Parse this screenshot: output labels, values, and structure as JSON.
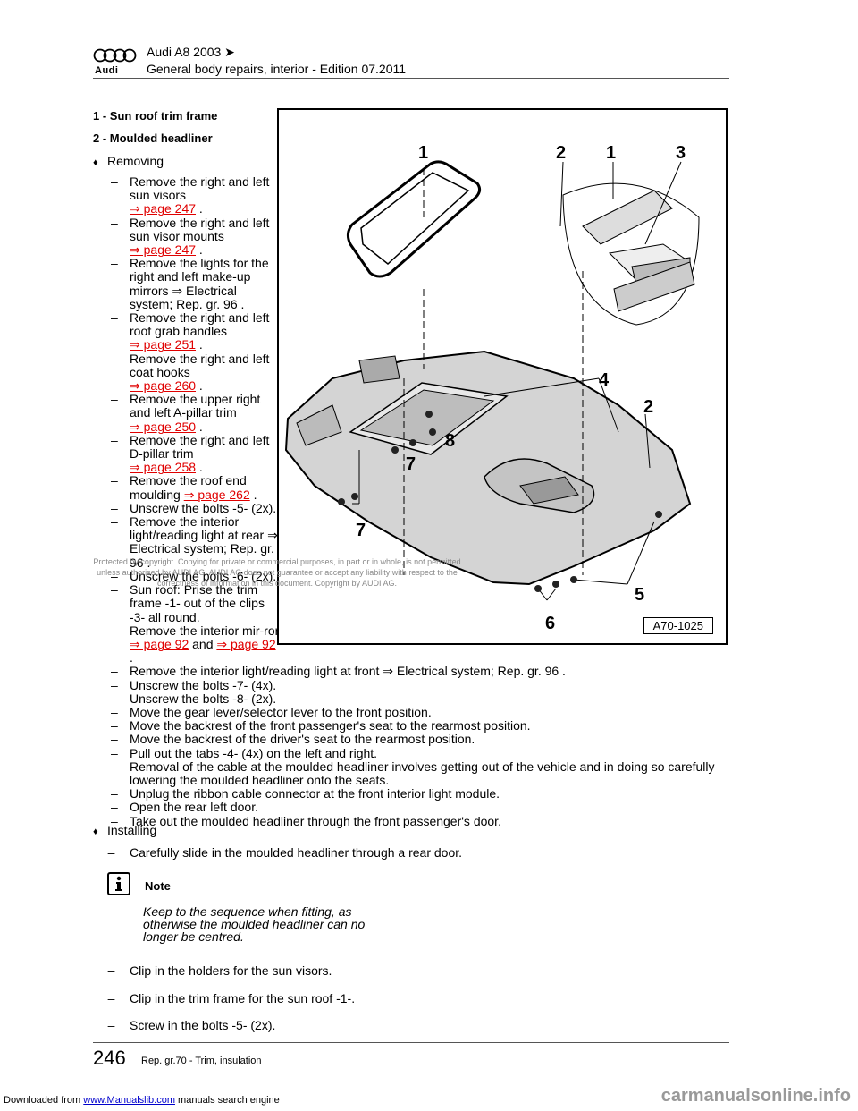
{
  "header": {
    "brand": "Audi",
    "model": "Audi A8 2003 ➤",
    "subtitle": "General body repairs, interior - Edition 07.2011"
  },
  "items": {
    "item1": "1 - Sun roof trim frame",
    "item2": "2 - Moulded headliner"
  },
  "removing_label": "Removing",
  "installing_label": "Installing",
  "steps": {
    "s1": "Remove the right and left sun visors",
    "s1_link": "⇒ page 247",
    "s2": "Remove the right and left sun visor mounts",
    "s2_link": "⇒ page 247",
    "s3": "Remove the lights for the right and left make-up mirrors ⇒  Electrical system; Rep. gr.  96 .",
    "s4": "Remove the right and left roof grab handles",
    "s4_link": "⇒ page 251",
    "s5": "Remove the right and left coat hooks",
    "s5_link": "⇒ page 260",
    "s6": "Remove the upper right and left A-pillar trim",
    "s6_link": "⇒ page 250",
    "s7": "Remove the right and left D-pillar trim",
    "s7_link": "⇒ page 258",
    "s8": "Remove the roof end moulding",
    "s8_link": "⇒ page 262",
    "s9": "Unscrew the bolts -5- (2x).",
    "s10": "Remove the interior light/reading light at rear ⇒  Electrical system; Rep. gr.  96 .",
    "s11": "Unscrew the bolts -6- (2x).",
    "s12": "Sun roof: Prise the trim frame -1- out of the clips -3- all round.",
    "s13": "Remove the interior mir-ror",
    "s13_link1": "⇒ page 92",
    "s13_and": "and",
    "s13_link2": "⇒ page 92",
    "s14": "Remove the interior light/reading light at front ⇒  Electrical system; Rep. gr.  96 .",
    "s15": "Unscrew the bolts -7- (4x).",
    "s16": "Unscrew the bolts -8- (2x).",
    "s17": "Move the gear lever/selector lever to the front position.",
    "s18": "Move the backrest of the front passenger's seat to the rearmost position.",
    "s19": "Move the backrest of the driver's seat to the rearmost position.",
    "s20": "Pull out the tabs -4- (4x) on the left and right.",
    "s21": "Removal of the cable at the moulded headliner involves getting out of the vehicle and in doing so carefully lowering the moulded headliner onto the seats.",
    "s22": "Unplug the ribbon cable connector at the front interior light module.",
    "s23": "Open the rear left door.",
    "s24": "Take out the moulded headliner through the front passenger's door.",
    "i1": "Carefully slide in the moulded headliner through a rear door.",
    "i2": "Clip in the holders for the sun visors.",
    "i3": "Clip in the trim frame for the sun roof -1-.",
    "i4": "Screw in the bolts -5- (2x)."
  },
  "note": {
    "label": "Note",
    "text": "Keep to the sequence when fitting, as otherwise the moulded headliner can no longer be centred."
  },
  "figure": {
    "id": "A70-1025",
    "callouts": {
      "c1a": "1",
      "c2a": "2",
      "c1b": "1",
      "c3": "3",
      "c4": "4",
      "c2b": "2",
      "c8": "8",
      "c7a": "7",
      "c7b": "7",
      "c5": "5",
      "c6": "6"
    }
  },
  "watermark": "Protected by copyright. Copying for private or commercial purposes, in part or in whole, is not permitted unless authorised by AUDI AG. AUDI AG does not guarantee or accept any liability with respect to the correctness of information in this document. Copyright by AUDI AG.",
  "footer": {
    "page": "246",
    "section": "Rep. gr.70 - Trim, insulation"
  },
  "download": {
    "prefix": "Downloaded from",
    "link": "www.Manualslib.com",
    "suffix": "manuals search engine"
  },
  "site": "carmanualsonline.info",
  "colors": {
    "link": "#e00000"
  }
}
